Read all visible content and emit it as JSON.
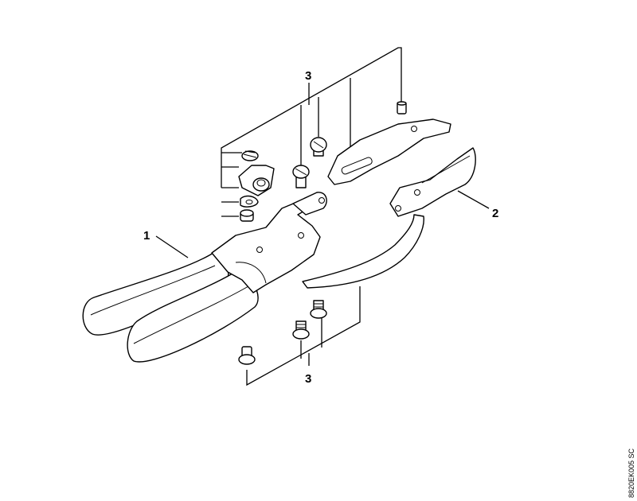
{
  "callouts": {
    "handle": "1",
    "blade": "2",
    "hardware_top": "3",
    "hardware_bottom": "3"
  },
  "drawing_code": "8820EK005 SC"
}
